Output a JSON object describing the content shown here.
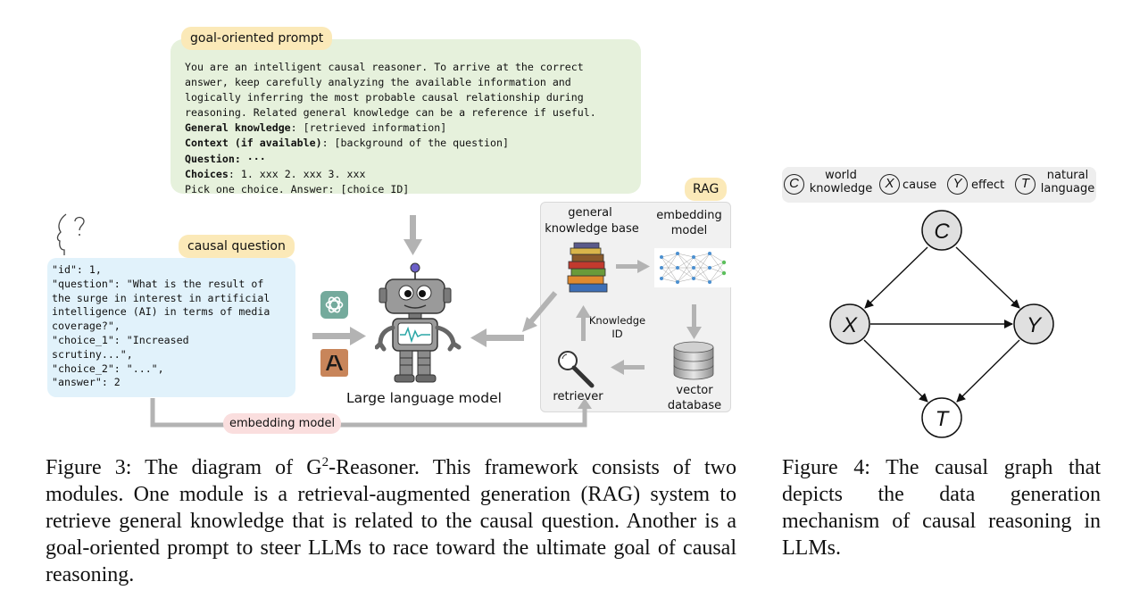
{
  "figure3": {
    "goal_prompt": {
      "tag": "goal-oriented prompt",
      "line1": "You are an intelligent causal reasoner. To arrive at the correct",
      "line2": "answer, keep carefully analyzing the available information and",
      "line3": "logically inferring the most probable causal relationship during",
      "line4": "reasoning. Related general knowledge can be a reference if useful.",
      "gk_key": "General knowledge",
      "gk_val": ": [retrieved information]",
      "ctx_key": "Context (if available)",
      "ctx_val": ": [background of the question]",
      "q_key": "Question: ···",
      "ch_key": "Choices",
      "ch_val": ": 1. xxx 2. xxx 3. xxx",
      "pick": "Pick one choice. Answer: [choice ID]"
    },
    "causal_question": {
      "tag": "causal question",
      "lines": [
        "\"id\": 1,",
        "\"question\": \"What is the result of",
        "the surge in interest in artificial",
        "intelligence (AI) in terms of media",
        "coverage?\",",
        "\"choice_1\": \"Increased",
        "scrutiny...\",",
        "\"choice_2\": \"...\",",
        "\"answer\": 2"
      ]
    },
    "llm_label": "Large language model",
    "rag": {
      "tag": "RAG",
      "kb_label_1": "general",
      "kb_label_2": "knowledge base",
      "embed_label_1": "embedding",
      "embed_label_2": "model",
      "knowledge_id_1": "Knowledge",
      "knowledge_id_2": "ID",
      "retriever": "retriever",
      "db_label_1": "vector",
      "db_label_2": "database"
    },
    "embedding_tag": "embedding model",
    "caption": {
      "prefix": "Figure 3: The diagram of G",
      "sup": "2",
      "rest": "-Reasoner. This framework consists of two modules. One module is a retrieval-augmented generation (RAG) system to retrieve general knowledge that is related to the causal question. Another is a goal-oriented prompt to steer LLMs to race toward the ultimate goal of causal reasoning."
    }
  },
  "figure4": {
    "legend": {
      "c_symbol": "C",
      "c_text_1": "world",
      "c_text_2": "knowledge",
      "x_symbol": "X",
      "x_text": "cause",
      "y_symbol": "Y",
      "y_text": "effect",
      "t_symbol": "T",
      "t_text_1": "natural",
      "t_text_2": "language"
    },
    "nodes": {
      "c": "C",
      "x": "X",
      "y": "Y",
      "t": "T"
    },
    "caption": "Figure 4: The causal graph that depicts the data generation mechanism of causal reasoning in LLMs."
  },
  "colors": {
    "prompt_bg": "#e6f1dc",
    "question_bg": "#e1f2fb",
    "tag_bg": "#fbe9b8",
    "embed_tag_bg": "#fadede",
    "arrow_gray": "#b3b3b3",
    "node_fill": "#e0e0e0"
  }
}
